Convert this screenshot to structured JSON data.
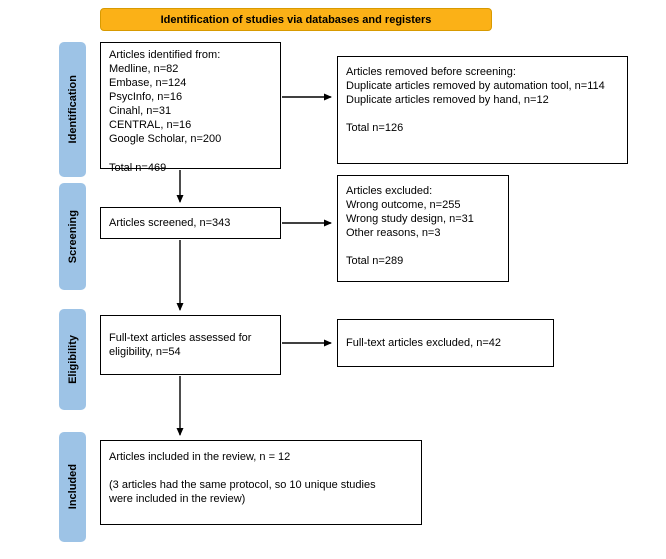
{
  "banner": {
    "label": "Identification of studies via databases and registers"
  },
  "stages": {
    "identification": "Identification",
    "screening": "Screening",
    "eligibility": "Eligibility",
    "included": "Included"
  },
  "boxes": {
    "identified": "Articles identified from:\nMedline, n=82\nEmbase, n=124\nPsycInfo, n=16\nCinahl, n=31\nCENTRAL, n=16\nGoogle Scholar, n=200\n\nTotal n=469",
    "removed": "Articles removed before screening:\nDuplicate articles removed by automation tool, n=114\nDuplicate articles removed by hand, n=12\n\nTotal n=126",
    "screened": "Articles screened, n=343",
    "excluded": "Articles excluded:\nWrong outcome, n=255\nWrong study design, n=31\nOther reasons, n=3\n\nTotal n=289",
    "fulltext_assessed": "Full-text articles assessed for\neligibility, n=54",
    "fulltext_excluded": "Full-text articles excluded, n=42",
    "included_review": "Articles included in the review, n = 12\n\n(3 articles had the same protocol, so 10 unique studies\nwere included in the review)"
  },
  "colors": {
    "banner_bg": "#FBB117",
    "stage_bg": "#9DC3E6"
  }
}
